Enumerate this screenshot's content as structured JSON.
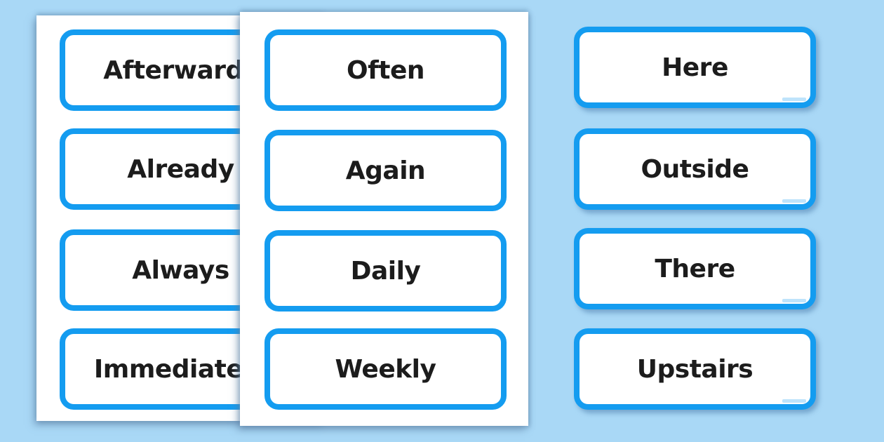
{
  "background_color": "#A9D8F6",
  "card_border_color": "#149CF0",
  "card_text_color": "#1C1C1C",
  "pages": [
    {
      "name": "page-1",
      "cards": [
        "Afterwards",
        "Already",
        "Always",
        "Immediately"
      ]
    },
    {
      "name": "page-2",
      "cards": [
        "Often",
        "Again",
        "Daily",
        "Weekly"
      ]
    }
  ],
  "loose_cards": [
    "Here",
    "Outside",
    "There",
    "Upstairs"
  ]
}
